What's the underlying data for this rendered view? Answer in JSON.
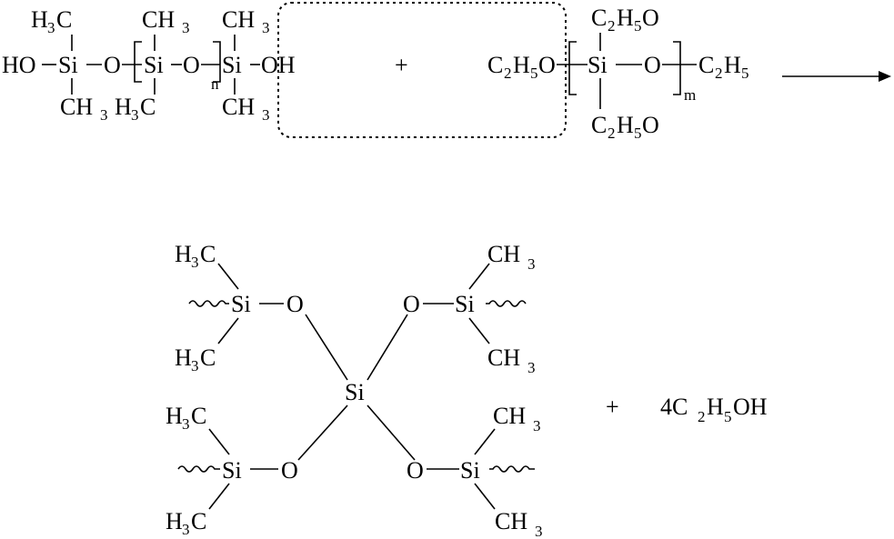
{
  "reactants": {
    "pdms": {
      "ho_left": "HO",
      "si": "Si",
      "o": "O",
      "oh_right": "OH",
      "ch3": "CH",
      "h3c_h": "H",
      "c": "C",
      "sub3": "3",
      "n": "n"
    },
    "plus": "+",
    "teos": {
      "c2h5o_c": "C",
      "c2h5o_h": "H",
      "c2h5o_o": "O",
      "sub2": "2",
      "sub5": "5",
      "si": "Si",
      "o": "O",
      "m": "m"
    },
    "highlight_box": "dashed"
  },
  "arrow": "right-arrow",
  "product": {
    "center_si": "Si",
    "o": "O",
    "si": "Si",
    "ch3": "CH",
    "h": "H",
    "c": "C",
    "sub3": "3",
    "wavy": "polymer-chain-continuation"
  },
  "byproduct": {
    "plus": "+",
    "coef": "4C",
    "sub2": "2",
    "h": "H",
    "sub5": "5",
    "oh": "OH"
  }
}
